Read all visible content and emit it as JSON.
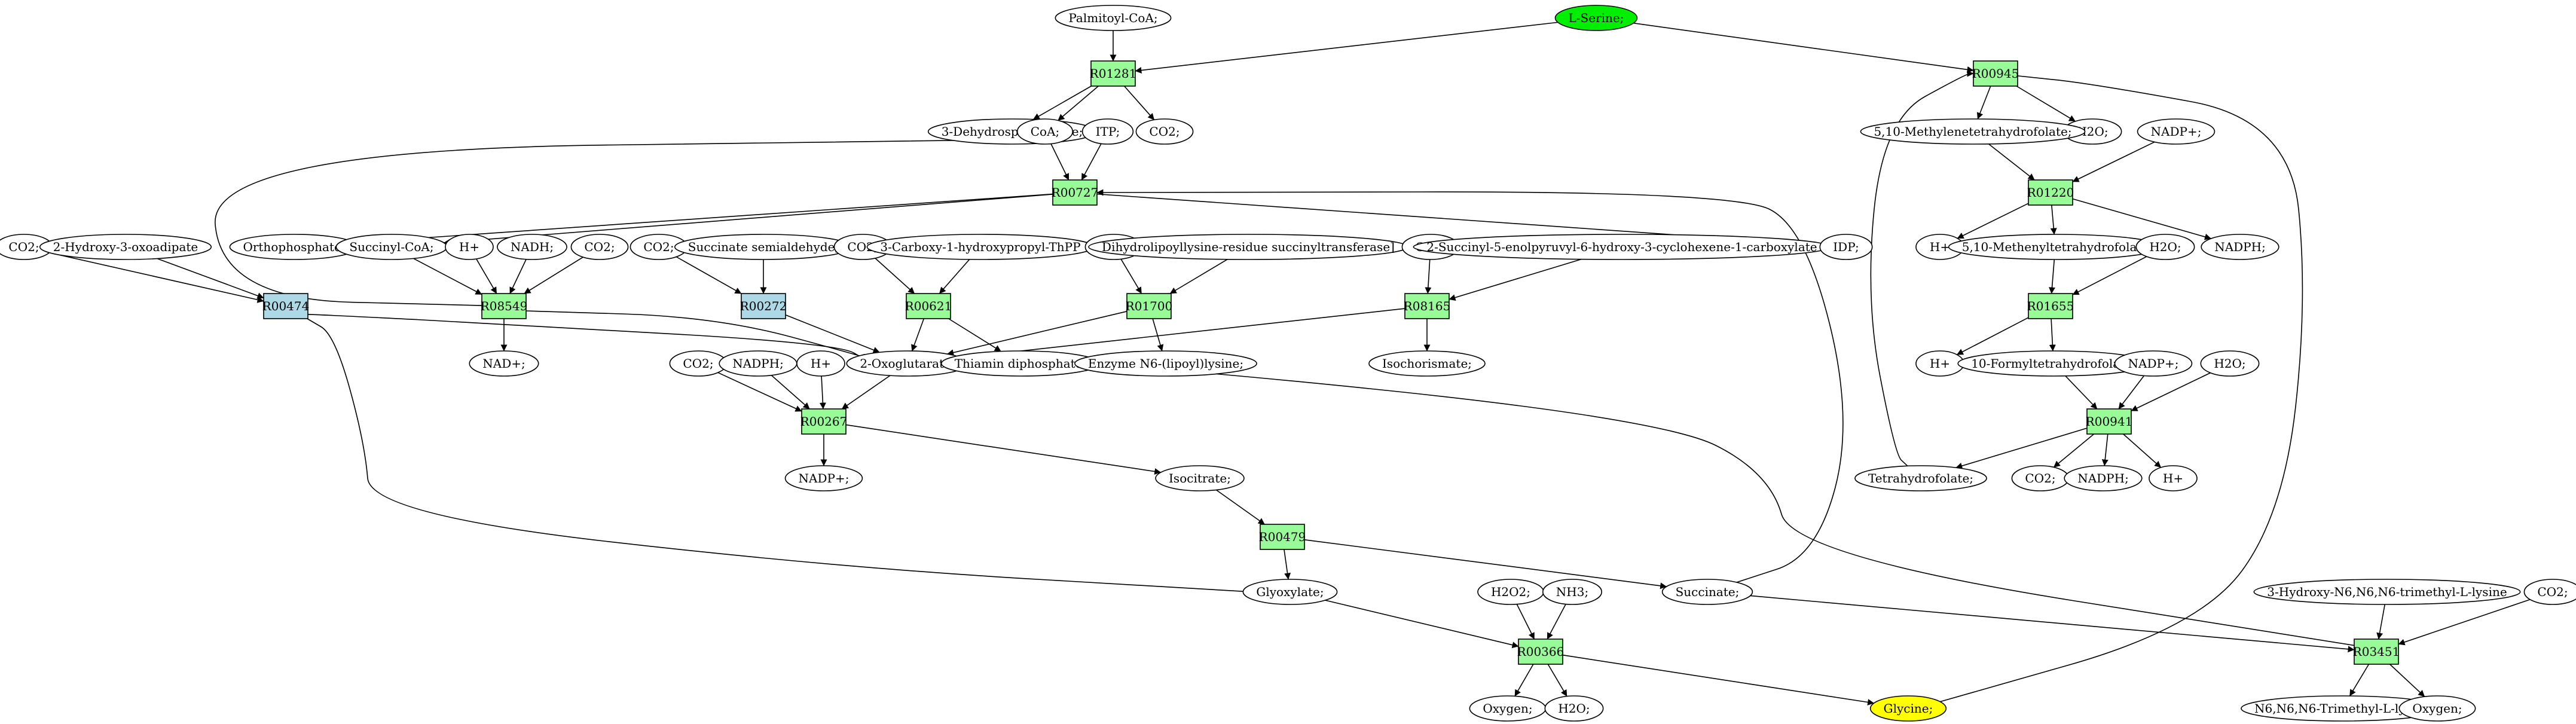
{
  "colors": {
    "reaction_fill": "#98fb98",
    "enzyme_reaction_fill": "#add8e6",
    "source_fill": "#00ee00",
    "target_fill": "#ffff00",
    "compound_fill": "#ffffff",
    "stroke": "#000000"
  },
  "nodes": [
    {
      "id": "palmitoyl",
      "label": "Palmitoyl-CoA;",
      "kind": "compound"
    },
    {
      "id": "serine",
      "label": "L-Serine;",
      "kind": "source"
    },
    {
      "id": "R01281",
      "label": "R01281",
      "kind": "reaction"
    },
    {
      "id": "R00945",
      "label": "R00945",
      "kind": "reaction"
    },
    {
      "id": "dehydrosph",
      "label": "3-Dehydrosphinganine;",
      "kind": "compound"
    },
    {
      "id": "coa",
      "label": "CoA;",
      "kind": "compound"
    },
    {
      "id": "itp",
      "label": "ITP;",
      "kind": "compound"
    },
    {
      "id": "co2_a",
      "label": "CO2;",
      "kind": "compound"
    },
    {
      "id": "h2o_a",
      "label": "H2O;",
      "kind": "compound"
    },
    {
      "id": "methylene",
      "label": "5,10-Methylenetetrahydrofolate;",
      "kind": "compound"
    },
    {
      "id": "nadp_a",
      "label": "NADP+;",
      "kind": "compound"
    },
    {
      "id": "R00727",
      "label": "R00727",
      "kind": "reaction"
    },
    {
      "id": "R01220",
      "label": "R01220",
      "kind": "reaction"
    },
    {
      "id": "co2_b",
      "label": "CO2;",
      "kind": "compound"
    },
    {
      "id": "hydroxyoxo",
      "label": "2-Hydroxy-3-oxoadipate",
      "kind": "compound"
    },
    {
      "id": "ortho",
      "label": "Orthophosphate;",
      "kind": "compound"
    },
    {
      "id": "succoa",
      "label": "Succinyl-CoA;",
      "kind": "compound"
    },
    {
      "id": "hplus_a",
      "label": "H+",
      "kind": "compound"
    },
    {
      "id": "nadh",
      "label": "NADH;",
      "kind": "compound"
    },
    {
      "id": "co2_c",
      "label": "CO2;",
      "kind": "compound"
    },
    {
      "id": "co2_d",
      "label": "CO2;",
      "kind": "compound"
    },
    {
      "id": "sucsemi",
      "label": "Succinate semialdehyde;",
      "kind": "compound"
    },
    {
      "id": "co2_e",
      "label": "CO2;",
      "kind": "compound"
    },
    {
      "id": "carboxy",
      "label": "3-Carboxy-1-hydroxypropyl-ThPP",
      "kind": "compound"
    },
    {
      "id": "co2_f",
      "label": "CO2;",
      "kind": "compound"
    },
    {
      "id": "dihydro",
      "label": "Dihydrolipoyllysine-residue succinyltransferase]",
      "kind": "compound"
    },
    {
      "id": "co2_g",
      "label": "CO2;",
      "kind": "compound"
    },
    {
      "id": "sephchc",
      "label": "2-Succinyl-5-enolpyruvyl-6-hydroxy-3-cyclohexene-1-carboxylate",
      "kind": "compound"
    },
    {
      "id": "idp",
      "label": "IDP;",
      "kind": "compound"
    },
    {
      "id": "hplus_b",
      "label": "H+",
      "kind": "compound"
    },
    {
      "id": "methenyl",
      "label": "5,10-Methenyltetrahydrofolate",
      "kind": "compound"
    },
    {
      "id": "h2o_b",
      "label": "H2O;",
      "kind": "compound"
    },
    {
      "id": "nadph_a",
      "label": "NADPH;",
      "kind": "compound"
    },
    {
      "id": "R00474",
      "label": "R00474",
      "kind": "enzyme"
    },
    {
      "id": "R08549",
      "label": "R08549",
      "kind": "reaction"
    },
    {
      "id": "R00272",
      "label": "R00272",
      "kind": "enzyme"
    },
    {
      "id": "R00621",
      "label": "R00621",
      "kind": "reaction"
    },
    {
      "id": "R01700",
      "label": "R01700",
      "kind": "reaction"
    },
    {
      "id": "R08165",
      "label": "R08165",
      "kind": "reaction"
    },
    {
      "id": "R01655",
      "label": "R01655",
      "kind": "reaction"
    },
    {
      "id": "nadplus",
      "label": "NAD+;",
      "kind": "compound"
    },
    {
      "id": "oxoglut",
      "label": "2-Oxoglutarate;",
      "kind": "compound"
    },
    {
      "id": "thiamin",
      "label": "Thiamin diphosphate;",
      "kind": "compound"
    },
    {
      "id": "enzyme_n6",
      "label": "Enzyme N6-(lipoyl)lysine;",
      "kind": "compound"
    },
    {
      "id": "isochor",
      "label": "Isochorismate;",
      "kind": "compound"
    },
    {
      "id": "hplus_c",
      "label": "H+",
      "kind": "compound"
    },
    {
      "id": "formyl",
      "label": "10-Formyltetrahydrofolate;",
      "kind": "compound"
    },
    {
      "id": "nadp_b",
      "label": "NADP+;",
      "kind": "compound"
    },
    {
      "id": "h2o_c",
      "label": "H2O;",
      "kind": "compound"
    },
    {
      "id": "co2_h",
      "label": "CO2;",
      "kind": "compound"
    },
    {
      "id": "nadph_b",
      "label": "NADPH;",
      "kind": "compound"
    },
    {
      "id": "hplus_d",
      "label": "H+",
      "kind": "compound"
    },
    {
      "id": "R00941",
      "label": "R00941",
      "kind": "reaction"
    },
    {
      "id": "R00267",
      "label": "R00267",
      "kind": "reaction"
    },
    {
      "id": "thf",
      "label": "Tetrahydrofolate;",
      "kind": "compound"
    },
    {
      "id": "co2_i",
      "label": "CO2;",
      "kind": "compound"
    },
    {
      "id": "nadph_c",
      "label": "NADPH;",
      "kind": "compound"
    },
    {
      "id": "hplus_e",
      "label": "H+",
      "kind": "compound"
    },
    {
      "id": "nadp_c",
      "label": "NADP+;",
      "kind": "compound"
    },
    {
      "id": "isocit",
      "label": "Isocitrate;",
      "kind": "compound"
    },
    {
      "id": "R00479",
      "label": "R00479",
      "kind": "reaction"
    },
    {
      "id": "glyoxylate",
      "label": "Glyoxylate;",
      "kind": "compound"
    },
    {
      "id": "succinate",
      "label": "Succinate;",
      "kind": "compound"
    },
    {
      "id": "h2o2",
      "label": "H2O2;",
      "kind": "compound"
    },
    {
      "id": "nh3",
      "label": "NH3;",
      "kind": "compound"
    },
    {
      "id": "trimethyl_oh",
      "label": "3-Hydroxy-N6,N6,N6-trimethyl-L-lysine",
      "kind": "compound"
    },
    {
      "id": "co2_j",
      "label": "CO2;",
      "kind": "compound"
    },
    {
      "id": "R00366",
      "label": "R00366",
      "kind": "reaction"
    },
    {
      "id": "R03451",
      "label": "R03451",
      "kind": "reaction"
    },
    {
      "id": "oxygen_a",
      "label": "Oxygen;",
      "kind": "compound"
    },
    {
      "id": "h2o_d",
      "label": "H2O;",
      "kind": "compound"
    },
    {
      "id": "glycine",
      "label": "Glycine;",
      "kind": "target"
    },
    {
      "id": "trimethyl",
      "label": "N6,N6,N6-Trimethyl-L-lysine",
      "kind": "compound"
    },
    {
      "id": "oxygen_b",
      "label": "Oxygen;",
      "kind": "compound"
    }
  ],
  "edges": [
    {
      "from": "palmitoyl",
      "to": "R01281"
    },
    {
      "from": "serine",
      "to": "R01281"
    },
    {
      "from": "serine",
      "to": "R00945"
    },
    {
      "from": "R01281",
      "to": "dehydrosph"
    },
    {
      "from": "R01281",
      "to": "coa"
    },
    {
      "from": "R01281",
      "to": "co2_a"
    },
    {
      "from": "coa",
      "to": "R00727"
    },
    {
      "from": "itp",
      "to": "R00727"
    },
    {
      "from": "R00727",
      "to": "ortho"
    },
    {
      "from": "R00727",
      "to": "succoa"
    },
    {
      "from": "R00727",
      "to": "idp"
    },
    {
      "from": "R00945",
      "to": "methylene"
    },
    {
      "from": "R00945",
      "to": "h2o_a"
    },
    {
      "from": "R00945",
      "to": "glycine"
    },
    {
      "from": "methylene",
      "to": "R01220"
    },
    {
      "from": "nadp_a",
      "to": "R01220"
    },
    {
      "from": "R01220",
      "to": "hplus_b"
    },
    {
      "from": "R01220",
      "to": "methenyl"
    },
    {
      "from": "R01220",
      "to": "nadph_a"
    },
    {
      "from": "methenyl",
      "to": "R01655"
    },
    {
      "from": "h2o_b",
      "to": "R01655"
    },
    {
      "from": "R01655",
      "to": "hplus_c"
    },
    {
      "from": "R01655",
      "to": "formyl"
    },
    {
      "from": "formyl",
      "to": "R00941"
    },
    {
      "from": "nadp_b",
      "to": "R00941"
    },
    {
      "from": "h2o_c",
      "to": "R00941"
    },
    {
      "from": "R00941",
      "to": "thf"
    },
    {
      "from": "R00941",
      "to": "co2_h"
    },
    {
      "from": "R00941",
      "to": "nadph_b"
    },
    {
      "from": "R00941",
      "to": "hplus_d"
    },
    {
      "from": "thf",
      "to": "R00945"
    },
    {
      "from": "co2_b",
      "to": "R00474"
    },
    {
      "from": "hydroxyoxo",
      "to": "R00474"
    },
    {
      "from": "R00474",
      "to": "oxoglut"
    },
    {
      "from": "R00474",
      "to": "glyoxylate"
    },
    {
      "from": "succoa",
      "to": "R08549"
    },
    {
      "from": "hplus_a",
      "to": "R08549"
    },
    {
      "from": "nadh",
      "to": "R08549"
    },
    {
      "from": "co2_c",
      "to": "R08549"
    },
    {
      "from": "R08549",
      "to": "nadplus"
    },
    {
      "from": "R08549",
      "to": "oxoglut"
    },
    {
      "from": "R08549",
      "to": "coa"
    },
    {
      "from": "co2_d",
      "to": "R00272"
    },
    {
      "from": "sucsemi",
      "to": "R00272"
    },
    {
      "from": "R00272",
      "to": "oxoglut"
    },
    {
      "from": "co2_e",
      "to": "R00621"
    },
    {
      "from": "carboxy",
      "to": "R00621"
    },
    {
      "from": "R00621",
      "to": "oxoglut"
    },
    {
      "from": "R00621",
      "to": "thiamin"
    },
    {
      "from": "co2_f",
      "to": "R01700"
    },
    {
      "from": "dihydro",
      "to": "R01700"
    },
    {
      "from": "R01700",
      "to": "oxoglut"
    },
    {
      "from": "R01700",
      "to": "enzyme_n6"
    },
    {
      "from": "co2_g",
      "to": "R08165"
    },
    {
      "from": "sephchc",
      "to": "R08165"
    },
    {
      "from": "R08165",
      "to": "oxoglut"
    },
    {
      "from": "R08165",
      "to": "isochor"
    },
    {
      "from": "co2_i",
      "to": "R00267"
    },
    {
      "from": "nadph_c",
      "to": "R00267"
    },
    {
      "from": "hplus_e",
      "to": "R00267"
    },
    {
      "from": "oxoglut",
      "to": "R00267"
    },
    {
      "from": "R00267",
      "to": "nadp_c"
    },
    {
      "from": "R00267",
      "to": "isocit"
    },
    {
      "from": "isocit",
      "to": "R00479"
    },
    {
      "from": "R00479",
      "to": "glyoxylate"
    },
    {
      "from": "R00479",
      "to": "succinate"
    },
    {
      "from": "succinate",
      "to": "R00727"
    },
    {
      "from": "succinate",
      "to": "R03451"
    },
    {
      "from": "glyoxylate",
      "to": "R00366"
    },
    {
      "from": "h2o2",
      "to": "R00366"
    },
    {
      "from": "nh3",
      "to": "R00366"
    },
    {
      "from": "R00366",
      "to": "oxygen_a"
    },
    {
      "from": "R00366",
      "to": "h2o_d"
    },
    {
      "from": "R00366",
      "to": "glycine"
    },
    {
      "from": "trimethyl_oh",
      "to": "R03451"
    },
    {
      "from": "co2_j",
      "to": "R03451"
    },
    {
      "from": "R03451",
      "to": "trimethyl"
    },
    {
      "from": "R03451",
      "to": "oxygen_b"
    },
    {
      "from": "R03451",
      "to": "oxoglut"
    }
  ]
}
